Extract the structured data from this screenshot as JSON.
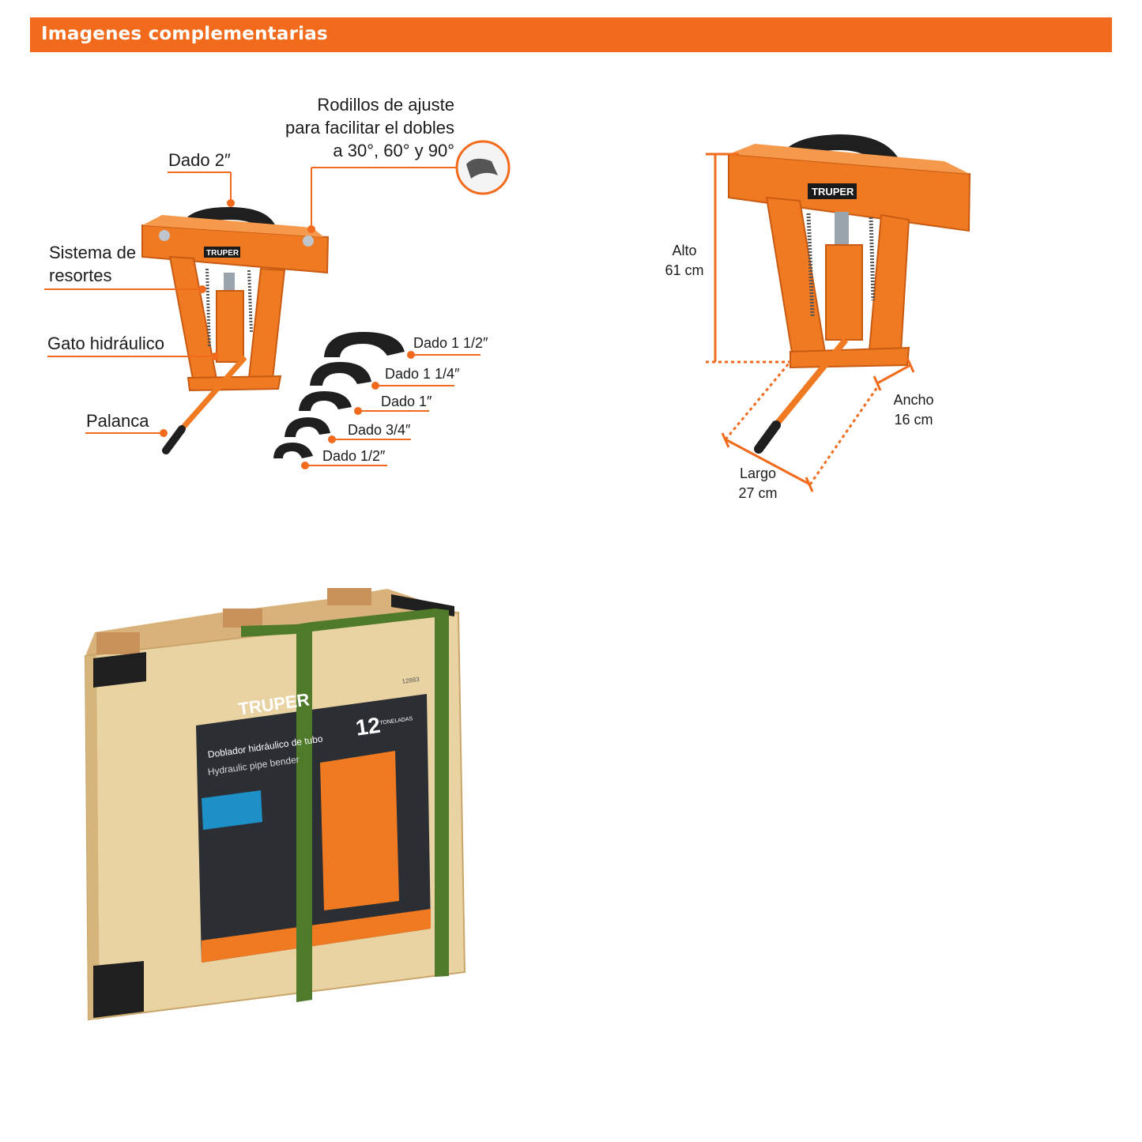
{
  "banner": {
    "title": "Imagenes complementarias"
  },
  "callouts": {
    "rodillos": [
      "Rodillos de ajuste",
      "para facilitar el dobles",
      "a 30°, 60° y 90°"
    ],
    "dado_2": "Dado 2″",
    "sistema": [
      "Sistema de",
      "resortes"
    ],
    "gato": "Gato hidráulico",
    "palanca": "Palanca",
    "dado_1_1_2": "Dado 1 1/2″",
    "dado_1_1_4": "Dado 1 1/4″",
    "dado_1": "Dado 1″",
    "dado_3_4": "Dado 3/4″",
    "dado_1_2": "Dado 1/2″"
  },
  "dimensions": {
    "alto": [
      "Alto",
      "61 cm"
    ],
    "ancho": [
      "Ancho",
      "16 cm"
    ],
    "largo": [
      "Largo",
      "27 cm"
    ]
  },
  "brand": "TRUPER",
  "package": {
    "brand": "TRUPER",
    "title_es": "Doblador hidráulico de tubo",
    "title_en": "Hydraulic pipe bender",
    "capacity": "12",
    "capacity_label": "TONELADAS",
    "code": "12883"
  },
  "colors": {
    "accent": "#f26b1d",
    "machine": "#f07a22",
    "dark": "#1f1f1f",
    "wood": "#e9cf9c",
    "strap": "#4f7a2a"
  }
}
